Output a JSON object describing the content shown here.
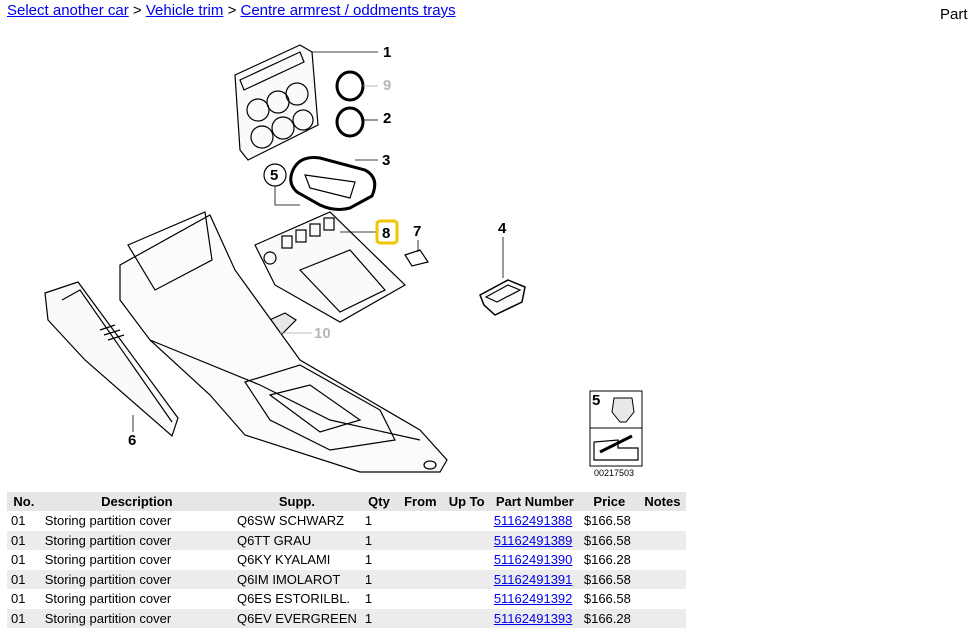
{
  "breadcrumb": {
    "items": [
      "Select another car",
      "Vehicle trim",
      "Centre armrest / oddments trays"
    ],
    "separator": ">"
  },
  "header_right": "Part",
  "diagram": {
    "callouts": [
      "1",
      "9",
      "2",
      "3",
      "5",
      "8",
      "7",
      "4",
      "10",
      "6"
    ],
    "inset_label": "5",
    "diagram_id": "00217503",
    "highlight_color": "#f2c500"
  },
  "table": {
    "headers": [
      "No.",
      "Description",
      "Supp.",
      "Qty",
      "From",
      "Up To",
      "Part Number",
      "Price",
      "Notes"
    ],
    "rows": [
      {
        "no": "01",
        "desc": "Storing partition cover",
        "supp": "Q6SW SCHWARZ",
        "qty": "1",
        "from": "",
        "upto": "",
        "part": "51162491388",
        "price": "$166.58",
        "notes": ""
      },
      {
        "no": "01",
        "desc": "Storing partition cover",
        "supp": "Q6TT GRAU",
        "qty": "1",
        "from": "",
        "upto": "",
        "part": "51162491389",
        "price": "$166.58",
        "notes": ""
      },
      {
        "no": "01",
        "desc": "Storing partition cover",
        "supp": "Q6KY KYALAMI",
        "qty": "1",
        "from": "",
        "upto": "",
        "part": "51162491390",
        "price": "$166.28",
        "notes": ""
      },
      {
        "no": "01",
        "desc": "Storing partition cover",
        "supp": "Q6IM IMOLAROT",
        "qty": "1",
        "from": "",
        "upto": "",
        "part": "51162491391",
        "price": "$166.58",
        "notes": ""
      },
      {
        "no": "01",
        "desc": "Storing partition cover",
        "supp": "Q6ES ESTORILBL.",
        "qty": "1",
        "from": "",
        "upto": "",
        "part": "51162491392",
        "price": "$166.58",
        "notes": ""
      },
      {
        "no": "01",
        "desc": "Storing partition cover",
        "supp": "Q6EV EVERGREEN",
        "qty": "1",
        "from": "",
        "upto": "",
        "part": "51162491393",
        "price": "$166.28",
        "notes": ""
      }
    ]
  }
}
